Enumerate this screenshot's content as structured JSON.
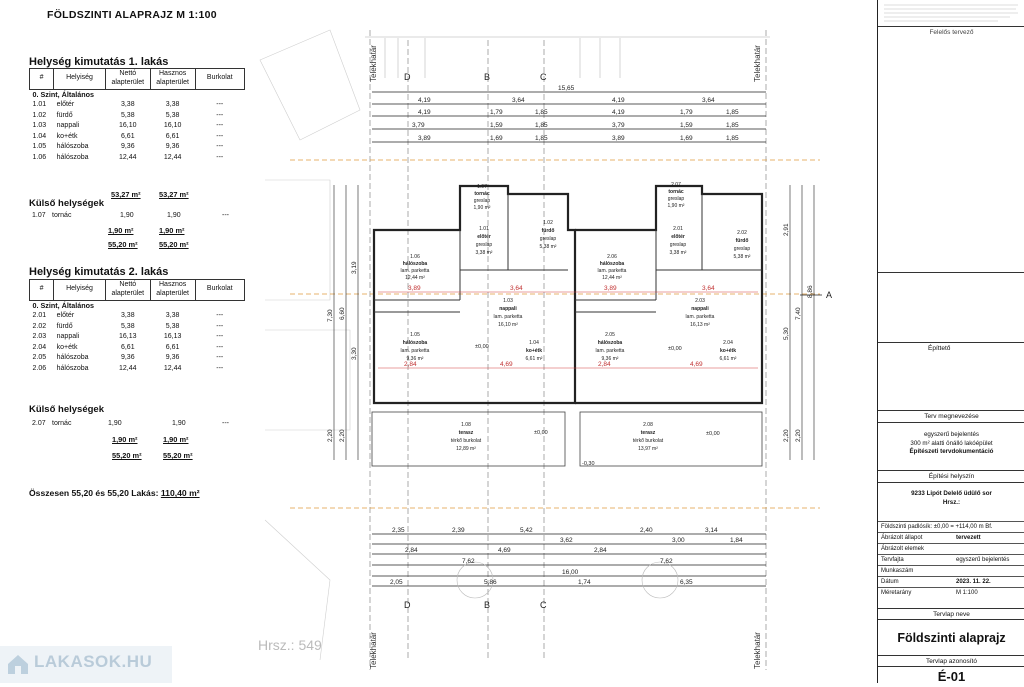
{
  "sheet_title": "FÖLDSZINTI ALAPRAJZ M 1:100",
  "apartment1": {
    "heading": "Helység kimutatás 1. lakás",
    "columns": [
      "#",
      "Helyiség",
      "Nettó alapterület",
      "Hasznos alapterület",
      "Burkolat"
    ],
    "group_label": "0. Szint, Általános",
    "rows": [
      {
        "no": "1.01",
        "name": "előtér",
        "net": "3,38",
        "useful": "3,38",
        "finish": "---"
      },
      {
        "no": "1.02",
        "name": "fürdő",
        "net": "5,38",
        "useful": "5,38",
        "finish": "---"
      },
      {
        "no": "1.03",
        "name": "nappali",
        "net": "16,10",
        "useful": "16,10",
        "finish": "---"
      },
      {
        "no": "1.04",
        "name": "ko+étk",
        "net": "6,61",
        "useful": "6,61",
        "finish": "---"
      },
      {
        "no": "1.05",
        "name": "hálószoba",
        "net": "9,36",
        "useful": "9,36",
        "finish": "---"
      },
      {
        "no": "1.06",
        "name": "hálószoba",
        "net": "12,44",
        "useful": "12,44",
        "finish": "---"
      }
    ],
    "subtotal_net": "53,27 m²",
    "subtotal_useful": "53,27 m²",
    "outer_heading": "Külső helységek",
    "outer_rows": [
      {
        "no": "1.07",
        "name": "tornác",
        "net": "1,90",
        "useful": "1,90",
        "finish": "---"
      }
    ],
    "outer_total_net": "1,90 m²",
    "outer_total_useful": "1,90 m²",
    "total_net": "55,20 m²",
    "total_useful": "55,20 m²"
  },
  "apartment2": {
    "heading": "Helység kimutatás 2. lakás",
    "columns": [
      "#",
      "Helyiség",
      "Nettó alapterület",
      "Hasznos alapterület",
      "Burkolat"
    ],
    "group_label": "0. Szint, Általános",
    "rows": [
      {
        "no": "2.01",
        "name": "előtér",
        "net": "3,38",
        "useful": "3,38",
        "finish": "---"
      },
      {
        "no": "2.02",
        "name": "fürdő",
        "net": "5,38",
        "useful": "5,38",
        "finish": "---"
      },
      {
        "no": "2.03",
        "name": "nappali",
        "net": "16,13",
        "useful": "16,13",
        "finish": "---"
      },
      {
        "no": "2.04",
        "name": "ko+étk",
        "net": "6,61",
        "useful": "6,61",
        "finish": "---"
      },
      {
        "no": "2.05",
        "name": "hálószoba",
        "net": "9,36",
        "useful": "9,36",
        "finish": "---"
      },
      {
        "no": "2.06",
        "name": "hálószoba",
        "net": "12,44",
        "useful": "12,44",
        "finish": "---"
      }
    ],
    "outer_heading": "Külső helységek",
    "outer_rows": [
      {
        "no": "2.07",
        "name": "tornác",
        "net": "1,90",
        "useful": "1,90",
        "finish": "---"
      }
    ],
    "outer_total_net": "1,90 m²",
    "outer_total_useful": "1,90 m²",
    "total_net": "55,20 m²",
    "total_useful": "55,20 m²"
  },
  "grand_total": {
    "prefix": "Összesen 55,20 és 55,20 Lakás: ",
    "value": "110,40 m²"
  },
  "drawing": {
    "neighbor_boundary": "Telekhatár",
    "grid_d": "D",
    "grid_b": "B",
    "grid_c": "C",
    "section_marker": "A",
    "lot_number": "Hrsz.: 549",
    "top_dims": {
      "overall": "15,65",
      "row1": [
        "4,19",
        "3,64",
        "4,19",
        "3,64"
      ],
      "row2": [
        "4,19",
        "1,79",
        "1,85",
        "4,19",
        "1,79",
        "1,85"
      ],
      "row3": [
        "3,79",
        "1,59",
        "1,85",
        "3,79",
        "1,59",
        "1,85"
      ],
      "row4": [
        "3,89",
        "1,69",
        "1,85",
        "3,89",
        "1,69",
        "1,85"
      ]
    },
    "bottom_dims": {
      "row1": [
        "2,35",
        "2,39",
        "5,42",
        "2,40",
        "3,14"
      ],
      "row2": [
        "2,84",
        "4,69",
        "3,62",
        "2,84",
        "3,00",
        "1,84"
      ],
      "row3": [
        "7,62",
        "7,62"
      ],
      "row4": [
        "16,00"
      ],
      "row5": [
        "2,05",
        "5,86",
        "1,74",
        "6,35"
      ]
    },
    "left_dims": [
      "7,30",
      "6,60",
      "3,19",
      "3,30",
      "2,20",
      "2,20"
    ],
    "right_dims": [
      "2,91",
      "8,86",
      "7,40",
      "5,30",
      "2,20",
      "2,20"
    ],
    "inner_dims": [
      "3,89",
      "3,64",
      "2,84",
      "4,69",
      "3,89",
      "3,64",
      "2,84",
      "4,69"
    ],
    "level_mark": "±0,00",
    "level_terrace": "±0,00",
    "level_outside": "-0,30",
    "rooms_unit1": [
      {
        "name": "1.06",
        "label": "hálószoba",
        "finish": "lam. parketta",
        "area": "12,44 m²"
      },
      {
        "name": "1.01",
        "label": "előtér",
        "finish": "greslap",
        "area": "3,38 m²"
      },
      {
        "name": "1.02",
        "label": "fürdő",
        "finish": "greslap",
        "area": "5,38 m²"
      },
      {
        "name": "1.03",
        "label": "nappali",
        "finish": "lam. parketta",
        "area": "16,10 m²"
      },
      {
        "name": "1.05",
        "label": "hálószoba",
        "finish": "lam. parketta",
        "area": "9,36 m²"
      },
      {
        "name": "1.04",
        "label": "ko+étk",
        "finish": "",
        "area": "6,61 m²"
      },
      {
        "name": "1.07",
        "label": "tornác",
        "finish": "greslap",
        "area": "1,90 m²"
      },
      {
        "name": "1.08",
        "label": "terasz",
        "finish": "térkő burkolat",
        "area": "12,89 m²"
      }
    ],
    "rooms_unit2": [
      {
        "name": "2.06",
        "label": "hálószoba",
        "finish": "lam. parketta",
        "area": "12,44 m²"
      },
      {
        "name": "2.01",
        "label": "előtér",
        "finish": "greslap",
        "area": "3,38 m²"
      },
      {
        "name": "2.02",
        "label": "fürdő",
        "finish": "greslap",
        "area": "5,38 m²"
      },
      {
        "name": "2.03",
        "label": "nappali",
        "finish": "lam. parketta",
        "area": "16,13 m²"
      },
      {
        "name": "2.05",
        "label": "hálószoba",
        "finish": "lam. parketta",
        "area": "9,36 m²"
      },
      {
        "name": "2.04",
        "label": "ko+étk",
        "finish": "",
        "area": "6,61 m²"
      },
      {
        "name": "2.07",
        "label": "tornác",
        "finish": "greslap",
        "area": "1,90 m²"
      },
      {
        "name": "2.08",
        "label": "terasz",
        "finish": "térkő burkolat",
        "area": "13,97 m²"
      }
    ]
  },
  "title_block": {
    "responsible_designer": "Felelős tervező",
    "builder_label": "Építtető",
    "plan_name_label": "Terv megnevezése",
    "plan_name_lines": [
      "egyszerű bejelentés",
      "300 m² alatti önálló lakóépület",
      "Építészeti tervdokumentáció"
    ],
    "site_label": "Építési helyszín",
    "site_address": "9233 Lipót Delelő üdülő sor",
    "site_hrsz": "Hrsz.:",
    "level_note": "Földszinti padlósík: ±0,00 = +114,00 m Bf.",
    "fields": [
      {
        "label": "Ábrázolt állapot",
        "value": "tervezett"
      },
      {
        "label": "Ábrázolt elemek",
        "value": ""
      },
      {
        "label": "Tervfajta",
        "value": "egyszerű bejelentés"
      },
      {
        "label": "Munkaszám",
        "value": ""
      },
      {
        "label": "Dátum",
        "value": "2023. 11. 22."
      },
      {
        "label": "Méretarány",
        "value": "M 1:100"
      }
    ],
    "plan_title_label": "Tervlap neve",
    "plan_title": "Földszinti alaprajz",
    "plan_id_label": "Tervlap azonosító",
    "plan_id": "É-01"
  },
  "watermark": "LAKASOK.HU"
}
